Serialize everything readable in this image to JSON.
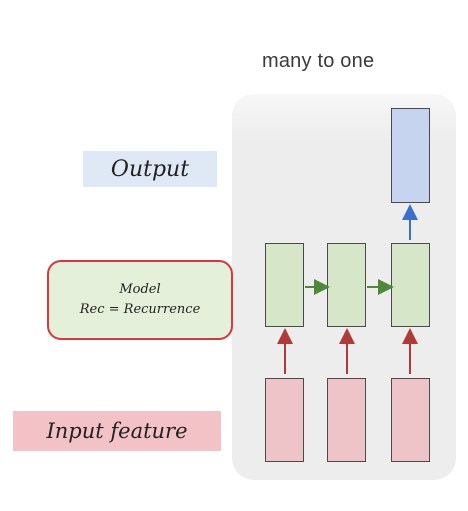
{
  "diagram": {
    "title": "many to one",
    "output_label": "Output",
    "model_label": {
      "line1": "Model",
      "line2": "Rec = Recurrence"
    },
    "input_label": "Input feature",
    "colors": {
      "output_box": "#c6d4ef",
      "rnn_box": "#d6e7c9",
      "input_box": "#efc4c8",
      "up_arrow_output": "#3a6fcf",
      "recurrent_arrow": "#4c8a3a",
      "input_arrow": "#b03a3a",
      "model_border": "#d9363e"
    }
  }
}
